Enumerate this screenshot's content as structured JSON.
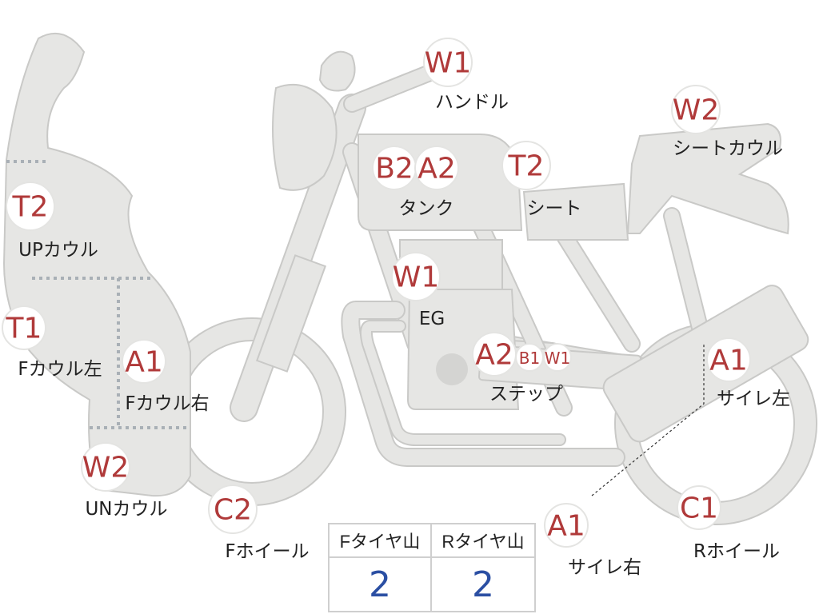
{
  "parts": [
    {
      "id": "handle",
      "grades": [
        "W1"
      ],
      "label": "ハンドル"
    },
    {
      "id": "seat-cowl",
      "grades": [
        "W2"
      ],
      "label": "シートカウル"
    },
    {
      "id": "tank",
      "grades": [
        "B2",
        "A2"
      ],
      "label": "タンク"
    },
    {
      "id": "seat",
      "grades": [
        "T2"
      ],
      "label": "シート"
    },
    {
      "id": "up-cowl",
      "grades": [
        "T2"
      ],
      "label": "UPカウル"
    },
    {
      "id": "engine",
      "grades": [
        "W1"
      ],
      "label": "EG"
    },
    {
      "id": "f-cowl-left",
      "grades": [
        "T1"
      ],
      "label": "Fカウル左"
    },
    {
      "id": "f-cowl-right",
      "grades": [
        "A1"
      ],
      "label": "Fカウル右"
    },
    {
      "id": "step",
      "grades": [
        "A2",
        "B1",
        "W1"
      ],
      "label": "ステップ"
    },
    {
      "id": "silencer-left",
      "grades": [
        "A1"
      ],
      "label": "サイレ左"
    },
    {
      "id": "un-cowl",
      "grades": [
        "W2"
      ],
      "label": "UNカウル"
    },
    {
      "id": "f-wheel",
      "grades": [
        "C2"
      ],
      "label": "Fホイール"
    },
    {
      "id": "silencer-right",
      "grades": [
        "A1"
      ],
      "label": "サイレ右"
    },
    {
      "id": "r-wheel",
      "grades": [
        "C1"
      ],
      "label": "Rホイール"
    }
  ],
  "tire_table": {
    "headers": [
      "Fタイヤ山",
      "Rタイヤ山"
    ],
    "values": [
      "2",
      "2"
    ]
  },
  "colors": {
    "grade_text": "#b03a3a",
    "tire_value": "#2b4fa3",
    "part_fill": "#e6e6e4",
    "part_outline": "#c9c9c7"
  }
}
